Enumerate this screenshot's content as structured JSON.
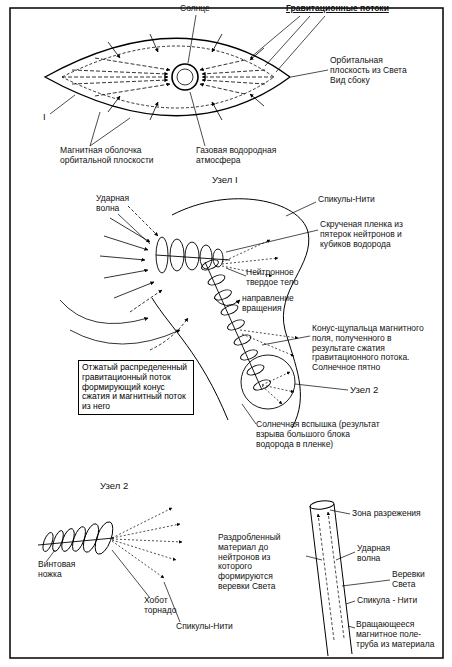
{
  "diagram": {
    "nodes": [
      {
        "text": [
          "Отжатый распределенный гравитационный поток формирующий конус сжатия и магнитный поток из него"
        ]
      }
    ],
    "labels": [
      "Солнце",
      "Гравитационные потоки",
      "Орбитальная плоскость из Света Вид сбоку",
      "I",
      "Магнитная оболочка орбитальной плоскости",
      "Газовая водородная атмосфера",
      "Узел I",
      "Ударная волна",
      "Спикулы-Нити",
      "Скрученая пленка из пятерок нейтронов и кубиков водорода",
      "Нейтронное твердое тело",
      "направление вращения",
      "Конус-щупальца магнитного поля, полученного в результате сжатия гравитационного потока. Солнечное пятно",
      "Узел 2",
      "Солнечная вспышка (результат взрыва большого блока водорода в пленке)",
      "Узел 2",
      "Винтовая ножка",
      "Хобот торнадо",
      "Спикулы-Нити",
      "Зона разрежения",
      "Раздробленный материал до нейтронов из которого формируются веревки Света",
      "Ударная волна",
      "Веревки Света",
      "Спикула - Нити",
      "Вращающееся магнитное поле-труба из материала"
    ]
  }
}
